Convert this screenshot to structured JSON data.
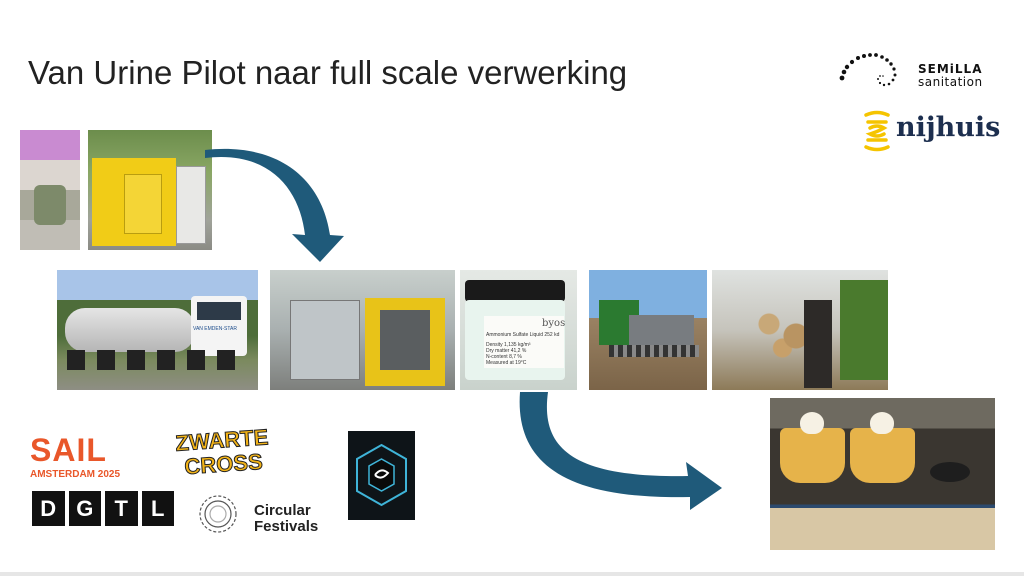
{
  "slide": {
    "title": "Van Urine Pilot naar full scale verwerking"
  },
  "logos": {
    "semilla": {
      "line1": "SEMiLLA",
      "line2": "sanitation"
    },
    "nijhuis": "nijhuis",
    "sail": {
      "name": "SAIL",
      "sub": "AMSTERDAM 2025"
    },
    "zwarte_cross": "ZWARTE CROSS",
    "dgtl": [
      "D",
      "G",
      "T",
      "L"
    ],
    "circular_festivals": {
      "line1": "Circular",
      "line2": "Festivals"
    }
  },
  "photos": {
    "jar_label": {
      "brand": "byos",
      "product": "Ammonium Sulfate Liquid 252 kd",
      "lines": [
        "Density 1,135 kg/m³",
        "Dry matter 41,2 %",
        "N-content 8,7 %",
        "Measured at 19°C"
      ]
    },
    "truck_text": "VAN EMDEN-STAR"
  },
  "colors": {
    "arrow": "#1f5a7a",
    "title": "#222222",
    "nijhuis_yellow": "#f5c400",
    "nijhuis_navy": "#1d2f4f",
    "sail_orange": "#e9572a"
  }
}
